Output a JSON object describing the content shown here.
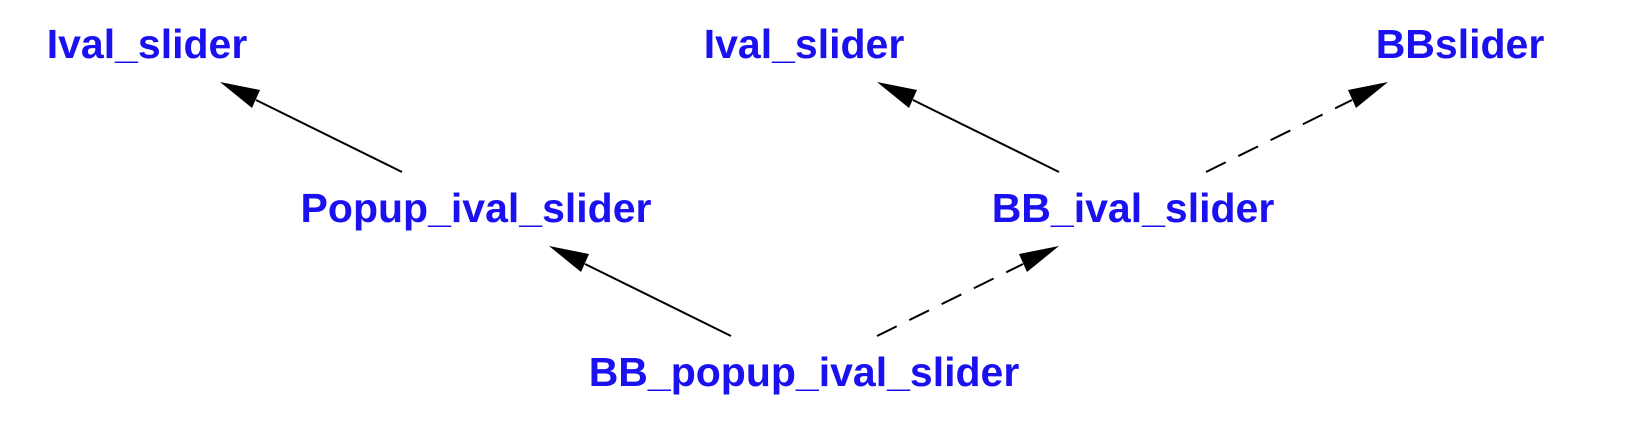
{
  "nodes": {
    "ival_slider_left": {
      "label": "Ival_slider"
    },
    "ival_slider_right": {
      "label": "Ival_slider"
    },
    "bbslider": {
      "label": "BBslider"
    },
    "popup_ival_slider": {
      "label": "Popup_ival_slider"
    },
    "bb_ival_slider": {
      "label": "BB_ival_slider"
    },
    "bb_popup_ival_slider": {
      "label": "BB_popup_ival_slider"
    }
  },
  "edges": [
    {
      "from": "popup_ival_slider",
      "to": "ival_slider_left",
      "style": "solid"
    },
    {
      "from": "bb_ival_slider",
      "to": "ival_slider_right",
      "style": "solid"
    },
    {
      "from": "bb_ival_slider",
      "to": "bbslider",
      "style": "dashed"
    },
    {
      "from": "bb_popup_ival_slider",
      "to": "popup_ival_slider",
      "style": "solid"
    },
    {
      "from": "bb_popup_ival_slider",
      "to": "bb_ival_slider",
      "style": "dashed"
    }
  ],
  "colors": {
    "label": "#1a10f0",
    "edge": "#000000"
  }
}
